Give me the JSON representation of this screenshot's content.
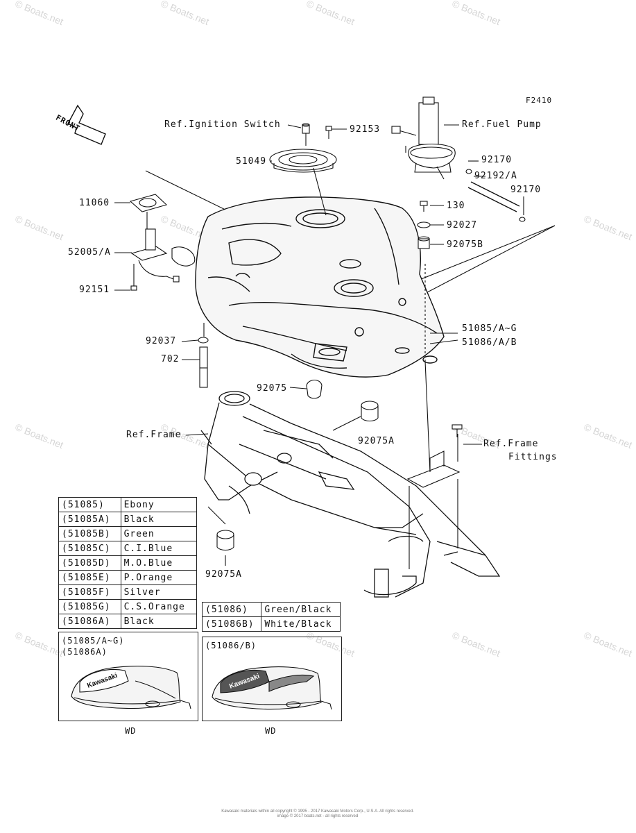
{
  "watermark": "© Boats.net",
  "figure_id": "F2410",
  "front_label": "FRONT",
  "callouts": {
    "ref_ignition_switch": "Ref.Ignition Switch",
    "p92153": "92153",
    "ref_fuel_pump": "Ref.Fuel Pump",
    "p51049": "51049",
    "p92170_a": "92170",
    "p92192": "92192/A",
    "p92170_b": "92170",
    "p11060": "11060",
    "p130": "130",
    "p92027": "92027",
    "p52005": "52005/A",
    "p92075b": "92075B",
    "p92151": "92151",
    "p51085": "51085/A~G",
    "p51086": "51086/A/B",
    "p92037": "92037",
    "p702": "702",
    "p92075": "92075",
    "p92075a_1": "92075A",
    "ref_frame": "Ref.Frame",
    "ref_frame_fittings_1": "Ref.Frame",
    "ref_frame_fittings_2": "Fittings",
    "p92075a_2": "92075A"
  },
  "color_table_1": [
    {
      "code": "(51085)",
      "color": "Ebony"
    },
    {
      "code": "(51085A)",
      "color": "Black"
    },
    {
      "code": "(51085B)",
      "color": "Green"
    },
    {
      "code": "(51085C)",
      "color": "C.I.Blue"
    },
    {
      "code": "(51085D)",
      "color": "M.O.Blue"
    },
    {
      "code": "(51085E)",
      "color": "P.Orange"
    },
    {
      "code": "(51085F)",
      "color": "Silver"
    },
    {
      "code": "(51085G)",
      "color": "C.S.Orange"
    },
    {
      "code": "(51086A)",
      "color": "Black"
    }
  ],
  "color_table_2": [
    {
      "code": "(51086)",
      "color": "Green/Black"
    },
    {
      "code": "(51086B)",
      "color": "White/Black"
    }
  ],
  "inset_1": {
    "caption_1": "(51085/A~G)",
    "caption_2": "(51086A)",
    "logo": "Kawasaki",
    "note": "WD"
  },
  "inset_2": {
    "caption_1": "(51086/B)",
    "logo": "Kawasaki",
    "note": "WD"
  },
  "copyright_1": "Kawasaki materials within all copyright © 1995 - 2017 Kawasaki Motors Corp., U.S.A. All rights reserved.",
  "copyright_2": "image © 2017 boats.net - all rights reserved"
}
